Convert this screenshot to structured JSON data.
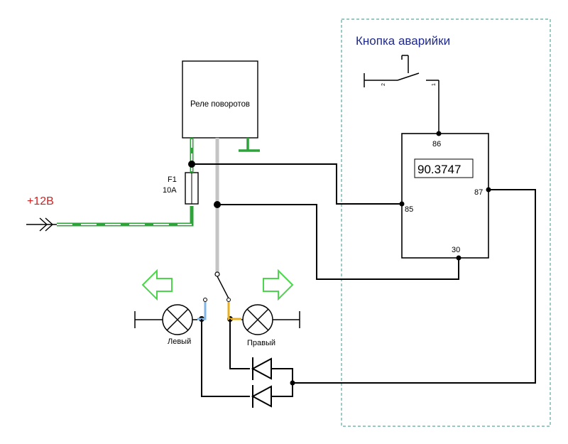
{
  "title": "Кнопка аварийки",
  "supply": {
    "label": "+12В"
  },
  "turn_relay": {
    "label": "Реле поворотов"
  },
  "fuse": {
    "name": "F1",
    "rating": "10A"
  },
  "hazard_switch": {
    "pin_left": "2",
    "pin_right": "1"
  },
  "relay": {
    "part_number": "90.3747",
    "pins": {
      "p86": "86",
      "p85": "85",
      "p87": "87",
      "p30": "30"
    }
  },
  "lamps": {
    "left": "Левый",
    "right": "Правый"
  },
  "colors": {
    "title": "#1f2a8a",
    "supply_label": "#d42020",
    "green_wire": "#2ea33a",
    "arrow_green": "#4cd64c",
    "gray_wire": "#c4c4c4",
    "blue_wire": "#7fb6e6",
    "yellow_wire": "#e8b020",
    "dashed_box": "#5aa8a0"
  }
}
